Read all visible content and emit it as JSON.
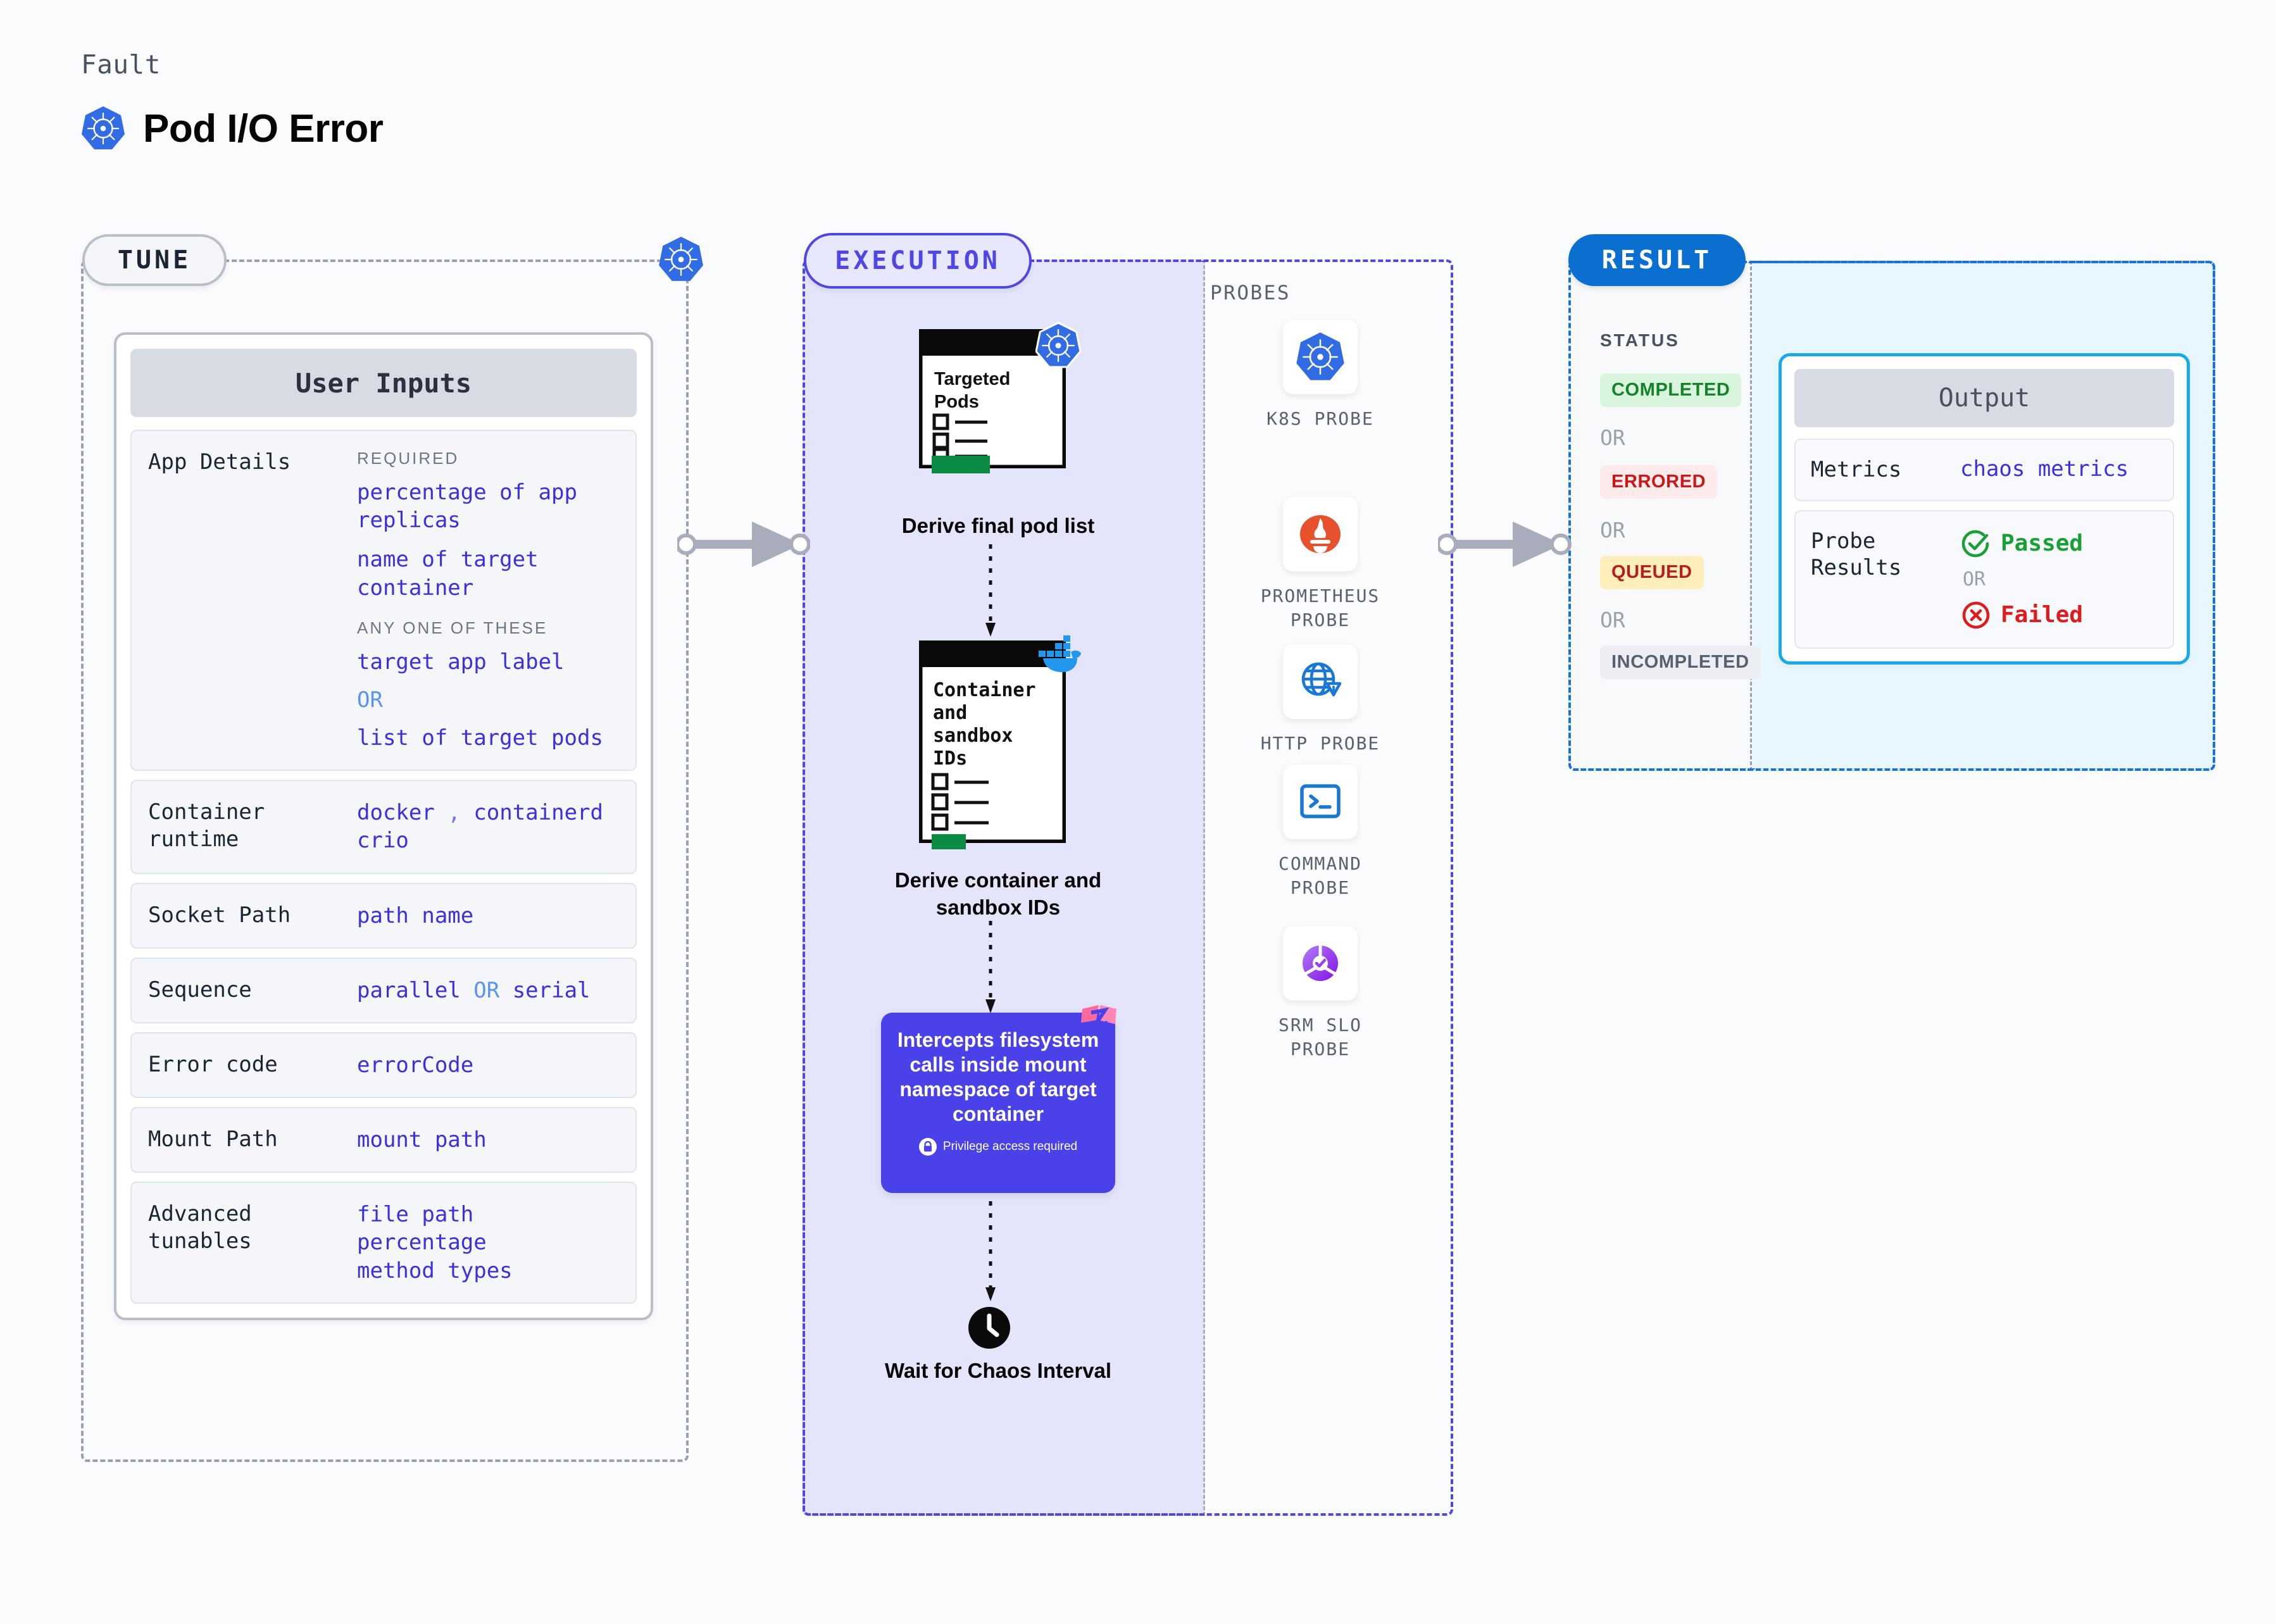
{
  "header": {
    "eyebrow": "Fault",
    "title": "Pod I/O Error",
    "icon": "kubernetes-icon"
  },
  "stages": {
    "tune": {
      "label": "TUNE"
    },
    "execution": {
      "label": "EXECUTION"
    },
    "result": {
      "label": "RESULT"
    },
    "probes": {
      "label": "PROBES"
    }
  },
  "user_inputs": {
    "card_title": "User Inputs",
    "rows": [
      {
        "key": "App Details",
        "groups": [
          {
            "sublabel": "REQUIRED",
            "values": [
              "percentage of app replicas",
              "name of target container"
            ]
          },
          {
            "sublabel": "ANY ONE OF THESE",
            "values": [
              "target app label"
            ],
            "or": "OR",
            "values_after": [
              "list of target pods"
            ]
          }
        ]
      },
      {
        "key": "Container runtime",
        "values": [
          "docker",
          "containerd",
          "crio"
        ],
        "separator": ","
      },
      {
        "key": "Socket Path",
        "values": [
          "path name"
        ]
      },
      {
        "key": "Sequence",
        "values": [
          "parallel",
          "serial"
        ],
        "or": "OR"
      },
      {
        "key": "Error code",
        "values": [
          "errorCode"
        ]
      },
      {
        "key": "Mount Path",
        "values": [
          "mount path"
        ]
      },
      {
        "key": "Advanced tunables",
        "values": [
          "file path",
          "percentage",
          "method types"
        ]
      }
    ]
  },
  "execution": {
    "steps": [
      {
        "card_title": "Targeted Pods",
        "caption": "Derive final pod list",
        "badge_icon": "kubernetes-icon"
      },
      {
        "card_title": "Container and sandbox IDs",
        "caption": "Derive container and sandbox IDs",
        "badge_icon": "docker-icon"
      }
    ],
    "intercept": {
      "text": "Intercepts filesystem calls inside mount namespace of target container",
      "privilege_note": "Privilege access required",
      "privilege_icon": "lock-icon",
      "corner_icon": "litmus-icon"
    },
    "wait": {
      "caption": "Wait for Chaos Interval",
      "icon": "clock-icon"
    }
  },
  "probes": [
    {
      "name": "K8S PROBE",
      "icon": "kubernetes-icon"
    },
    {
      "name": "PROMETHEUS PROBE",
      "icon": "prometheus-icon"
    },
    {
      "name": "HTTP PROBE",
      "icon": "http-globe-icon"
    },
    {
      "name": "COMMAND PROBE",
      "icon": "terminal-icon"
    },
    {
      "name": "SRM SLO PROBE",
      "icon": "srm-slo-icon"
    }
  ],
  "result": {
    "status_label": "STATUS",
    "or_label": "OR",
    "statuses": [
      {
        "label": "COMPLETED",
        "bg": "#d9f5dd",
        "fg": "#16832c"
      },
      {
        "label": "ERRORED",
        "bg": "#fdeaea",
        "fg": "#c81818"
      },
      {
        "label": "QUEUED",
        "bg": "#fdeebc",
        "fg": "#b81d1d"
      },
      {
        "label": "INCOMPLETED",
        "bg": "#eceef4",
        "fg": "#5a6070"
      }
    ],
    "output": {
      "card_title": "Output",
      "metrics_key": "Metrics",
      "metrics_value": "chaos metrics",
      "probe_results_key": "Probe Results",
      "passed": "Passed",
      "failed": "Failed",
      "or_label": "OR"
    }
  },
  "colors": {
    "accent_indigo": "#4f46e5",
    "accent_blue": "#0b6fd0",
    "accent_cyan": "#19a9e8",
    "code_blue": "#3b2fe0",
    "exec_bg": "#e4e4fb",
    "result_bg": "#e8f7fd"
  }
}
